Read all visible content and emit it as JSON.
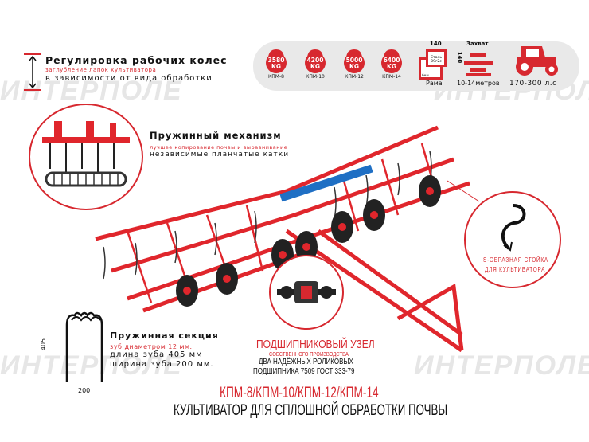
{
  "watermark": "ИНТЕРПОЛЕ",
  "wheels_adjust": {
    "title": "Регулировка рабочих колес",
    "subtitle": "заглубление лапок культиватора",
    "text": "в зависимости от вида обработки"
  },
  "specs": {
    "weights": [
      {
        "value": "3580",
        "unit": "KG",
        "model": "КПМ-8"
      },
      {
        "value": "4200",
        "unit": "KG",
        "model": "КПМ-10"
      },
      {
        "value": "5000",
        "unit": "KG",
        "model": "КПМ-12"
      },
      {
        "value": "6400",
        "unit": "KG",
        "model": "КПМ-14"
      }
    ],
    "frame": {
      "dim_top": "140",
      "dim_side": "140",
      "material": "Сталь 09г2с",
      "thickness": "6мм.",
      "label": "Рама"
    },
    "width": {
      "title": "Захват",
      "value": "10-14метров"
    },
    "tractor": {
      "value": "170-300 л.с"
    }
  },
  "spring_mechanism": {
    "title": "Пружинный механизм",
    "subtitle": "лучшее копирование почвы и выравнивание",
    "text": "независимые планчатые катки"
  },
  "s_stand": {
    "line1": "S-ОБРАЗНАЯ СТОЙКА",
    "line2": "ДЛЯ КУЛЬТИВАТОРА"
  },
  "spring_section": {
    "dim_height": "405",
    "dim_width": "200",
    "title": "Пружинная секция",
    "subtitle": "зуб диаметром 12 мм.",
    "line1": "длина зуба 405 мм",
    "line2": "ширина зуба 200 мм."
  },
  "bearing": {
    "title": "ПОДШИПНИКОВЫЙ УЗЕЛ",
    "subtitle": "СОБСТВЕННОГО ПРОИЗВОДСТВА",
    "line1": "ДВА НАДЁЖНЫХ РОЛИКОВЫХ",
    "line2": "ПОДШИПНИКА 7509 ГОСТ 333-79"
  },
  "footer": {
    "models": "КПМ-8/КПМ-10/КПМ-12/КПМ-14",
    "product": "КУЛЬТИВАТОР ДЛЯ СПЛОШНОЙ ОБРАБОТКИ ПОЧВЫ"
  },
  "colors": {
    "accent": "#d7282f",
    "frame": "#e0262c",
    "blue": "#1f6fc4"
  }
}
